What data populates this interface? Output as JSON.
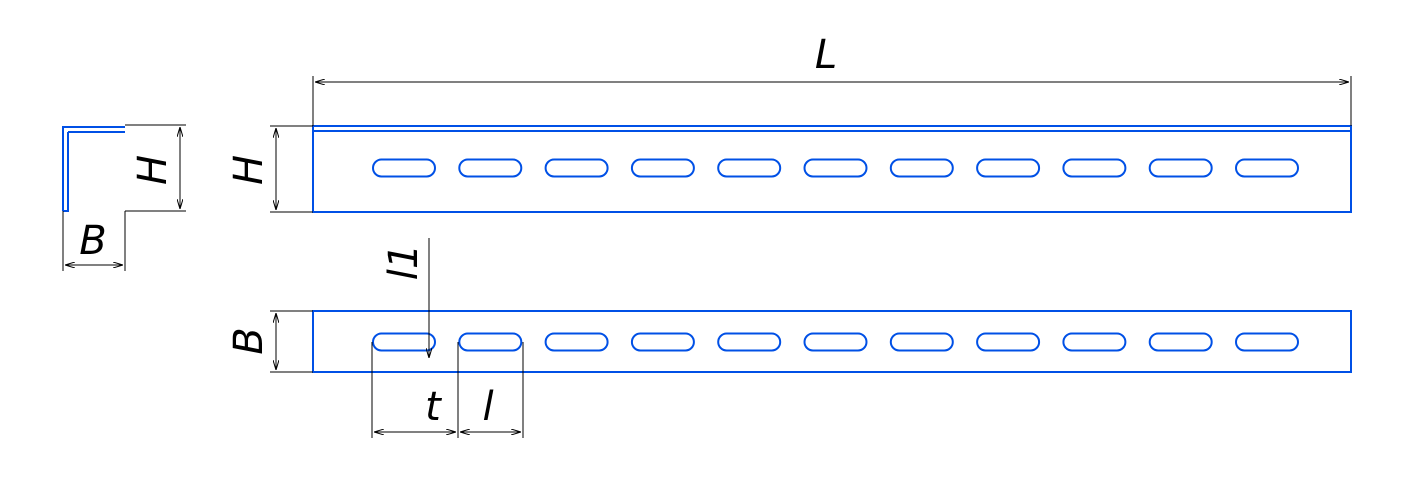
{
  "colors": {
    "part_outline": "#0050e6",
    "dimension_lines": "#000000",
    "background": "#ffffff"
  },
  "labels": {
    "length": "L",
    "height_side": "H",
    "height_section": "H",
    "width_section": "B",
    "width_top": "B",
    "slot_distance": "l1",
    "pitch": "t",
    "slot_length": "l"
  },
  "slots": {
    "count_per_view": 11
  }
}
